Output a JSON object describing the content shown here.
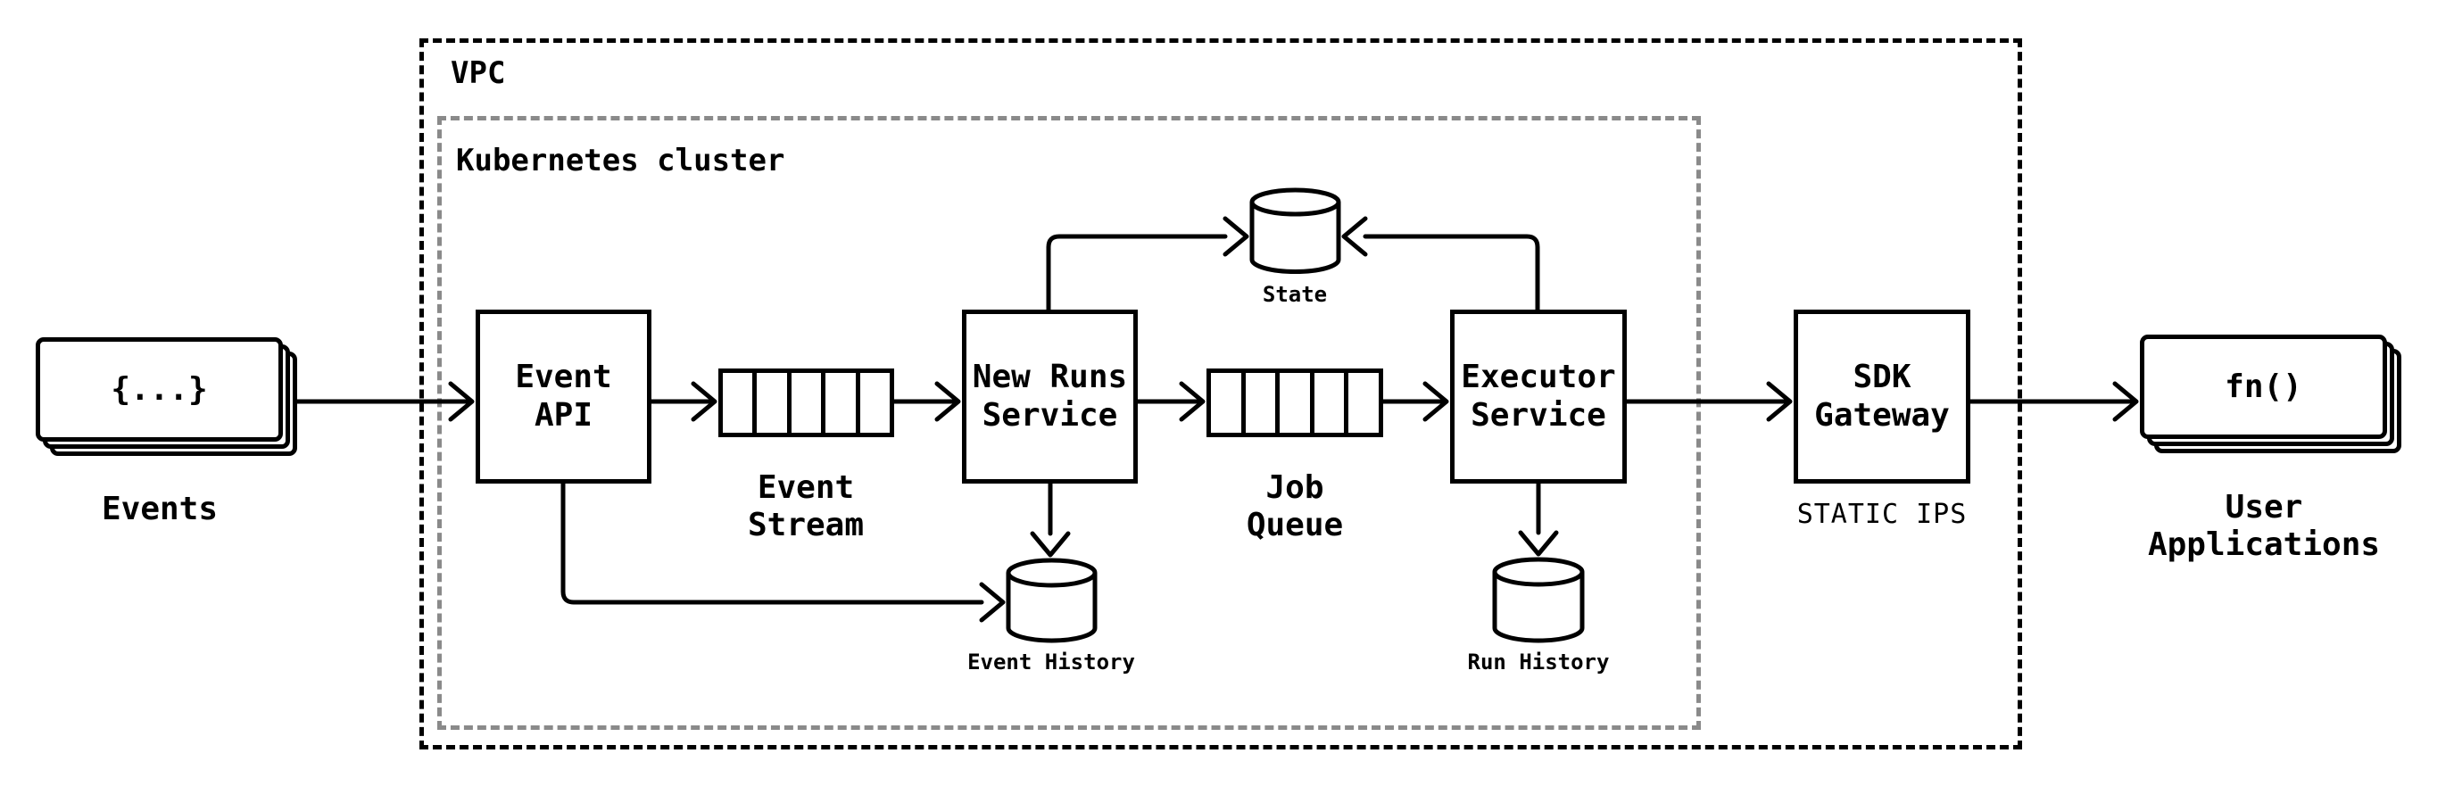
{
  "diagram": {
    "title_hint": "event-driven workflow architecture diagram",
    "containers": {
      "vpc": {
        "label": "VPC"
      },
      "kubernetes": {
        "label": "Kubernetes cluster"
      }
    },
    "nodes": {
      "events": {
        "icon_text": "{...}",
        "label": "Events"
      },
      "event_api": {
        "label": "Event\nAPI"
      },
      "event_stream": {
        "label": "Event\nStream"
      },
      "new_runs_service": {
        "label": "New Runs\nService"
      },
      "state_db": {
        "label": "State"
      },
      "job_queue": {
        "label": "Job\nQueue"
      },
      "executor_service": {
        "label": "Executor\nService"
      },
      "event_history_db": {
        "label": "Event History"
      },
      "run_history_db": {
        "label": "Run History"
      },
      "sdk_gateway": {
        "label": "SDK\nGateway",
        "sublabel": "STATIC IPS"
      },
      "user_applications": {
        "icon_text": "fn()",
        "label": "User\nApplications"
      }
    },
    "edges": [
      "events -> event_api",
      "event_api -> event_stream",
      "event_stream -> new_runs_service",
      "new_runs_service -> job_queue",
      "job_queue -> executor_service",
      "executor_service -> sdk_gateway",
      "sdk_gateway -> user_applications",
      "new_runs_service -> state_db",
      "executor_service -> state_db",
      "new_runs_service -> event_history_db",
      "event_api -> event_history_db",
      "executor_service -> run_history_db"
    ],
    "colors": {
      "background": "#ffffff",
      "line": "#000000",
      "vpc_border": "#000000",
      "cluster_border": "#8a8a8a",
      "node_fill": "#ffffff"
    }
  }
}
